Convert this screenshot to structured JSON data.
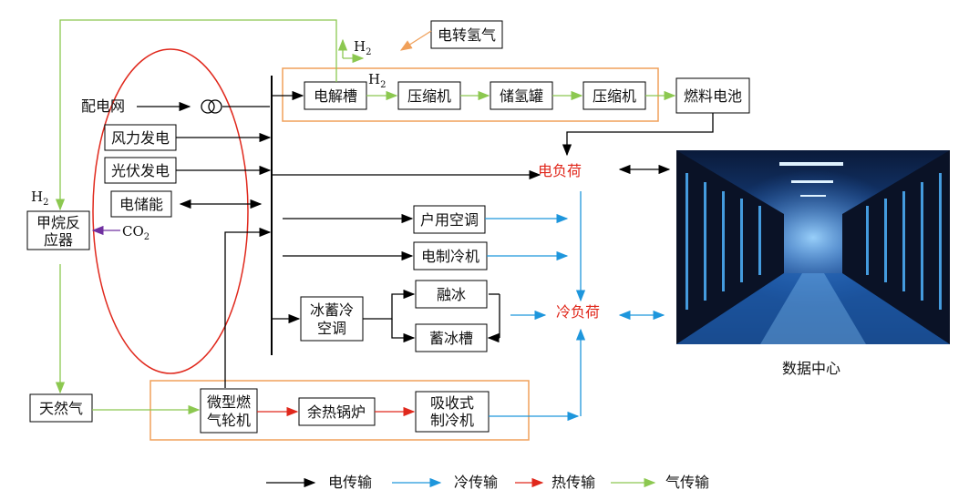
{
  "nodes": {
    "grid": "配电网",
    "wind": "风力发电",
    "pv": "光伏发电",
    "storage": "电储能",
    "methane_line1": "甲烷反",
    "methane_line2": "应器",
    "natural_gas": "天然气",
    "electrolyzer": "电解槽",
    "compressor1": "压缩机",
    "h2_tank": "储氢罐",
    "compressor2": "压缩机",
    "fuel_cell": "燃料电池",
    "p2g": "电转氢气",
    "elec_load": "电负荷",
    "home_ac": "户用空调",
    "elec_chiller": "电制冷机",
    "ice_melt": "融冰",
    "ice_tank": "蓄冰槽",
    "ice_ac_line1": "冰蓄冷",
    "ice_ac_line2": "空调",
    "cold_load": "冷负荷",
    "turbine_line1": "微型燃",
    "turbine_line2": "气轮机",
    "boiler": "余热锅炉",
    "abs_line1": "吸收式",
    "abs_line2": "制冷机",
    "datacenter": "数据中心"
  },
  "labels": {
    "h2_main": "H",
    "h2_sub": "2",
    "co2_main": "CO",
    "co2_sub": "2"
  },
  "legend": [
    {
      "label": "电传输",
      "color": "#000000"
    },
    {
      "label": "冷传输",
      "color": "#1e96dc"
    },
    {
      "label": "热传输",
      "color": "#e0281c"
    },
    {
      "label": "气传输",
      "color": "#8cc850"
    }
  ],
  "colors": {
    "electric": "#000000",
    "cold": "#1e96dc",
    "heat": "#e0281c",
    "gas": "#8cc850",
    "orange_frame": "#f0a05a",
    "ellipse": "#e0281c",
    "purple": "#7030a0"
  }
}
